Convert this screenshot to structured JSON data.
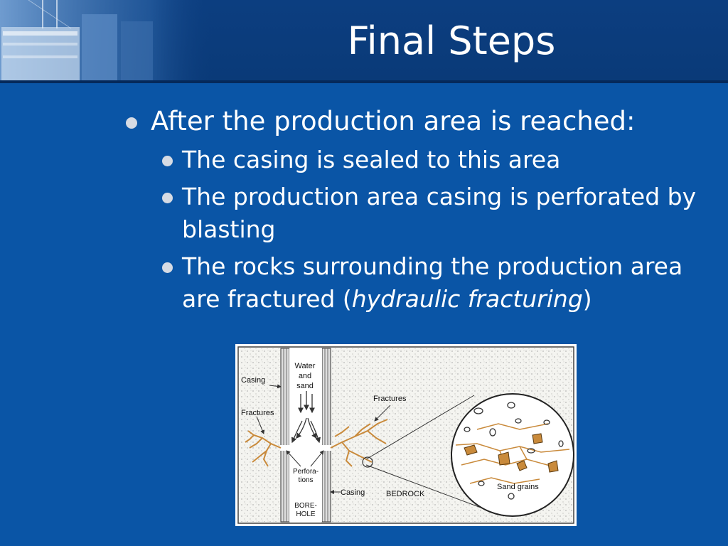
{
  "slide": {
    "title": "Final Steps",
    "bullets": [
      {
        "text": "After the production area is reached:",
        "level": 1
      },
      {
        "text": "The casing is sealed to this area",
        "level": 2
      },
      {
        "text": "The production area casing is perforated by blasting",
        "level": 2
      },
      {
        "text_prefix": "The rocks surrounding the production area are fractured (",
        "text_italic": "hydraulic fracturing",
        "text_suffix": ")",
        "level": 2
      }
    ]
  },
  "figure": {
    "labels": {
      "casing_left": "Casing",
      "fractures_left": "Fractures",
      "water": "Water",
      "and": "and",
      "sand": "sand",
      "fractures_right": "Fractures",
      "perforations_1": "Perfora-",
      "perforations_2": "tions",
      "casing_bottom": "Casing",
      "bedrock": "BEDROCK",
      "borehole_1": "BORE-",
      "borehole_2": "HOLE",
      "sand_grains": "Sand grains"
    }
  },
  "colors": {
    "background": "#0a55a6",
    "header": "#0c3e80",
    "text": "#ffffff",
    "fracture": "#c98a3b"
  }
}
